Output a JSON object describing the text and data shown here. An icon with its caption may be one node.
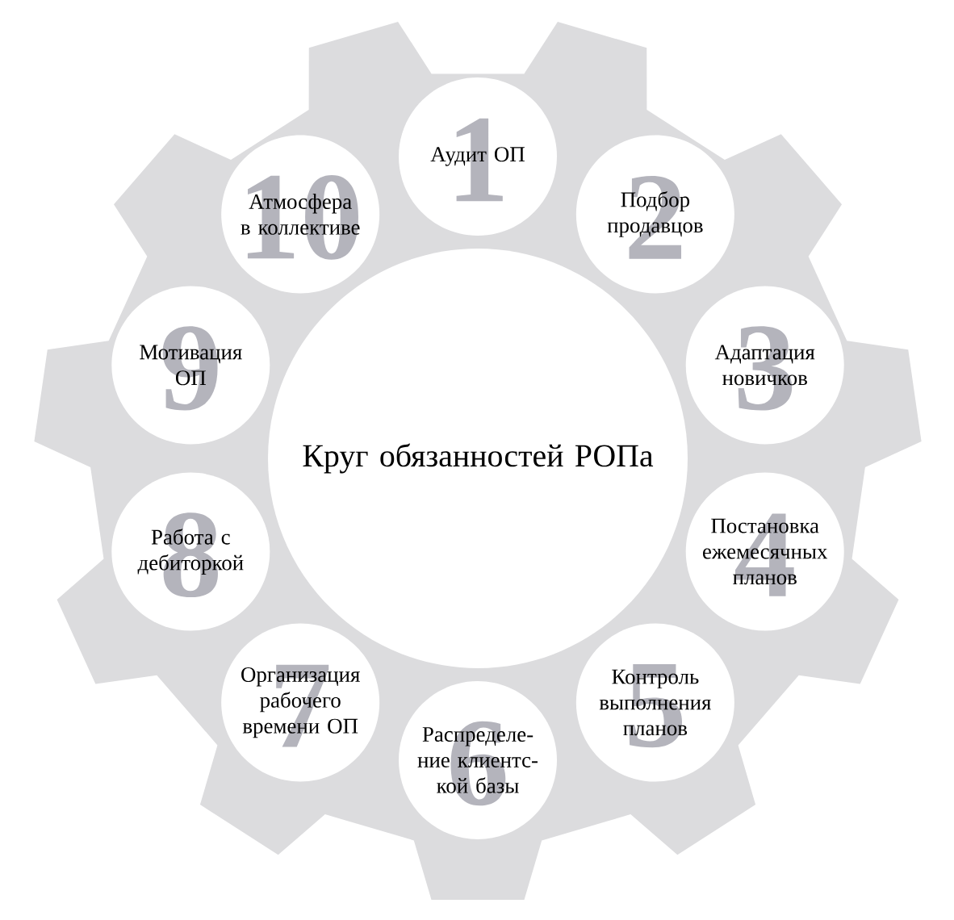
{
  "diagram": {
    "nodes": [
      {
        "text": [
          "Круг обязанностей РОПа"
        ]
      },
      {
        "text": [
          "1",
          "Аудит ОП"
        ]
      },
      {
        "text": [
          "2",
          "Подбор продавцов"
        ]
      },
      {
        "text": [
          "3",
          "Адаптация новичков"
        ]
      },
      {
        "text": [
          "4",
          "Постановка ежемесячных планов"
        ]
      },
      {
        "text": [
          "5",
          "Контроль выполнения планов"
        ]
      },
      {
        "text": [
          "6",
          "Распределе- ние клиентс- кой базы"
        ]
      },
      {
        "text": [
          "7",
          "Организация рабочего времени ОП"
        ]
      },
      {
        "text": [
          "8",
          "Работа с дебиторкой"
        ]
      },
      {
        "text": [
          "9",
          "Мотивация ОП"
        ]
      },
      {
        "text": [
          "10",
          "Атмосфера в коллективе"
        ]
      }
    ]
  }
}
